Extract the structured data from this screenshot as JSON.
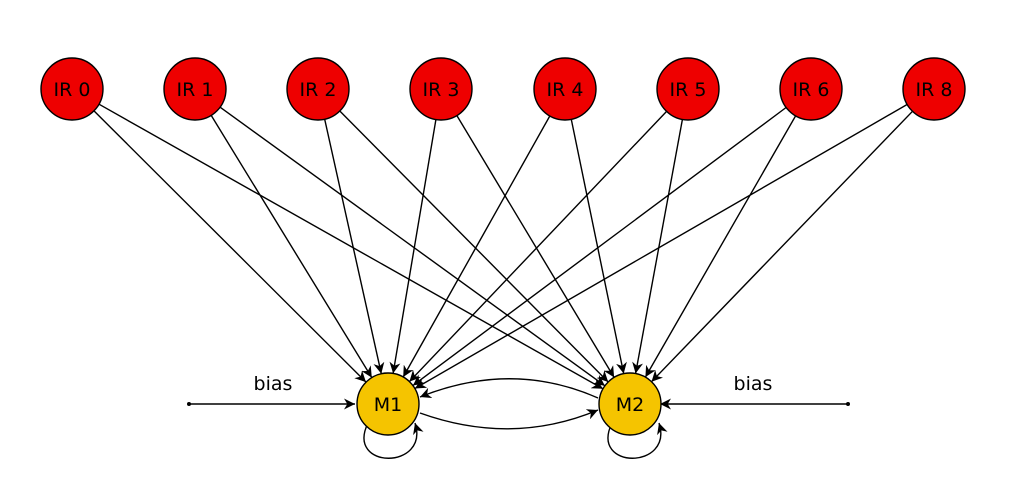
{
  "diagram": {
    "colors": {
      "input_fill": "#ee0000",
      "output_fill": "#f5c400",
      "stroke": "#000000",
      "background": "#ffffff"
    },
    "input_nodes": [
      {
        "id": "ir0",
        "label": "IR 0"
      },
      {
        "id": "ir1",
        "label": "IR 1"
      },
      {
        "id": "ir2",
        "label": "IR 2"
      },
      {
        "id": "ir3",
        "label": "IR 3"
      },
      {
        "id": "ir4",
        "label": "IR 4"
      },
      {
        "id": "ir5",
        "label": "IR 5"
      },
      {
        "id": "ir6",
        "label": "IR 6"
      },
      {
        "id": "ir8",
        "label": "IR 8"
      }
    ],
    "output_nodes": [
      {
        "id": "m1",
        "label": "M1"
      },
      {
        "id": "m2",
        "label": "M2"
      }
    ],
    "bias_labels": {
      "left": "bias",
      "right": "bias"
    },
    "connections": {
      "inputs_fully_connected_to": [
        "m1",
        "m2"
      ],
      "lateral": [
        [
          "m1",
          "m2"
        ],
        [
          "m2",
          "m1"
        ]
      ],
      "self_loops": [
        "m1",
        "m2"
      ],
      "bias_into": [
        "m1",
        "m2"
      ]
    }
  }
}
